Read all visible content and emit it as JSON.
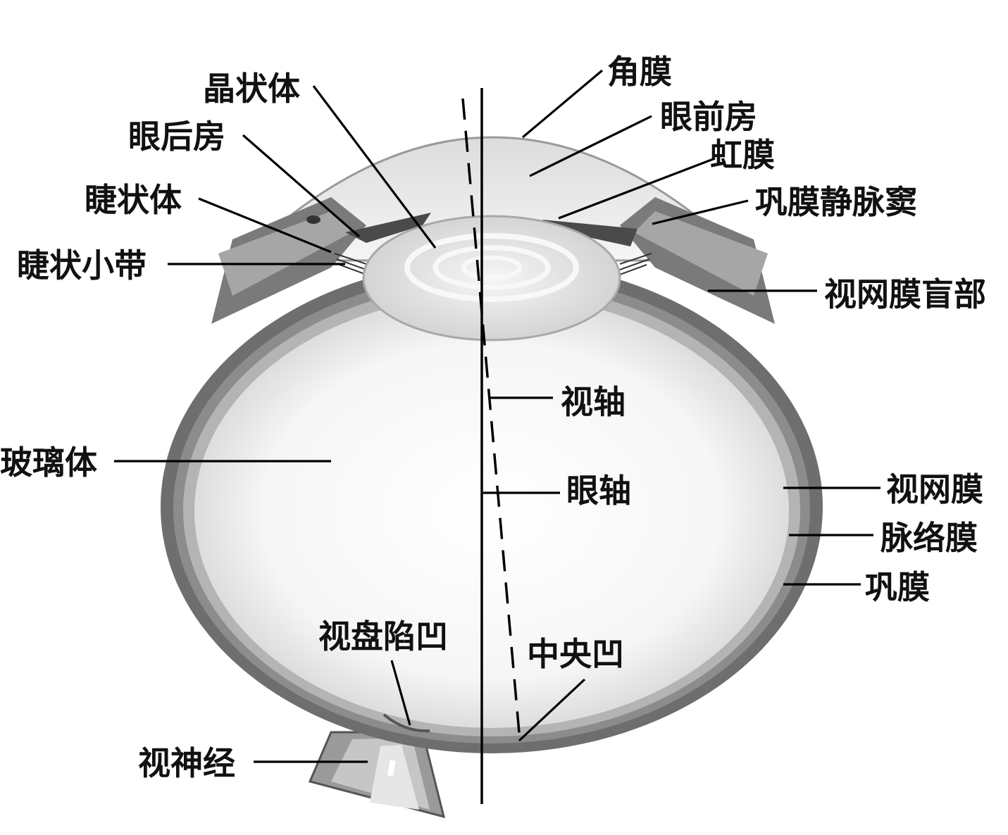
{
  "labels": {
    "lens": "晶状体",
    "posterior_chamber": "眼后房",
    "ciliary_body": "睫状体",
    "ciliary_zonule": "睫状小带",
    "vitreous_body": "玻璃体",
    "optic_disc_cup": "视盘陷凹",
    "optic_nerve": "视神经",
    "cornea": "角膜",
    "anterior_chamber": "眼前房",
    "iris": "虹膜",
    "scleral_venous_sinus": "巩膜静脉窦",
    "ora_serrata_blind_part": "视网膜盲部",
    "visual_axis": "视轴",
    "optic_axis": "眼轴",
    "retina": "视网膜",
    "choroid": "脉络膜",
    "sclera": "巩膜",
    "fovea": "中央凹"
  },
  "colors": {
    "sclera": "#6e6e6e",
    "choroid": "#8c8c8c",
    "retina": "#b4b4b4",
    "vitreous": "#f1f1f1",
    "lens": "#e3e3e3",
    "cornea": "#e8e8e8",
    "iris": "#555555",
    "line": "#000000"
  }
}
